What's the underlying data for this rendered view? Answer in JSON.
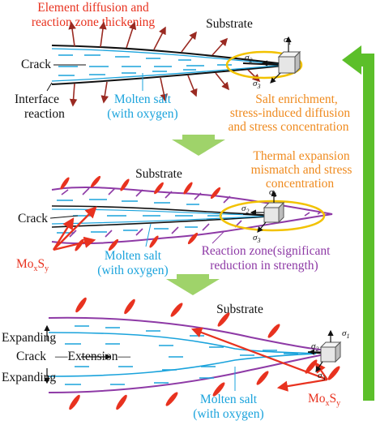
{
  "colors": {
    "red": "#e8321f",
    "orange": "#ef8a1e",
    "blue": "#1aa3dc",
    "purple": "#8e3aa6",
    "green": "#5cbf2a",
    "yellow": "#f2c200"
  },
  "panel1": {
    "title_line1": "Element diffusion and",
    "title_line2": "reaction zone thickening",
    "substrate": "Substrate",
    "crack": "Crack",
    "interface_line1": "Interface",
    "interface_line2": "reaction",
    "salt_line1": "Molten salt",
    "salt_line2": "(with oxygen)",
    "enrich_line1": "Salt enrichment,",
    "enrich_line2": "stress-induced diffusion",
    "enrich_line3": "and stress concentration"
  },
  "panel2": {
    "substrate": "Substrate",
    "thermal_line1": "Thermal expansion",
    "thermal_line2": "mismatch and stress",
    "thermal_line3": "concentration",
    "crack": "Crack",
    "mos_main": "Mo",
    "mos_x": "x",
    "mos_s": "S",
    "mos_y": "y",
    "salt_line1": "Molten salt",
    "salt_line2": "(with oxygen)",
    "zone_line1": "Reaction zone(significant",
    "zone_line2": "reduction in strength)"
  },
  "panel3": {
    "substrate": "Substrate",
    "expanding_top": "Expanding",
    "crack": "Crack",
    "extension": "Extension",
    "expanding_bottom": "Expanding",
    "salt_line1": "Molten salt",
    "salt_line2": "(with oxygen)",
    "mos_main": "Mo",
    "mos_x": "x",
    "mos_s": "S",
    "mos_y": "y"
  },
  "stress": {
    "s": "σ",
    "n1": "1",
    "n2": "2",
    "n3": "3"
  }
}
